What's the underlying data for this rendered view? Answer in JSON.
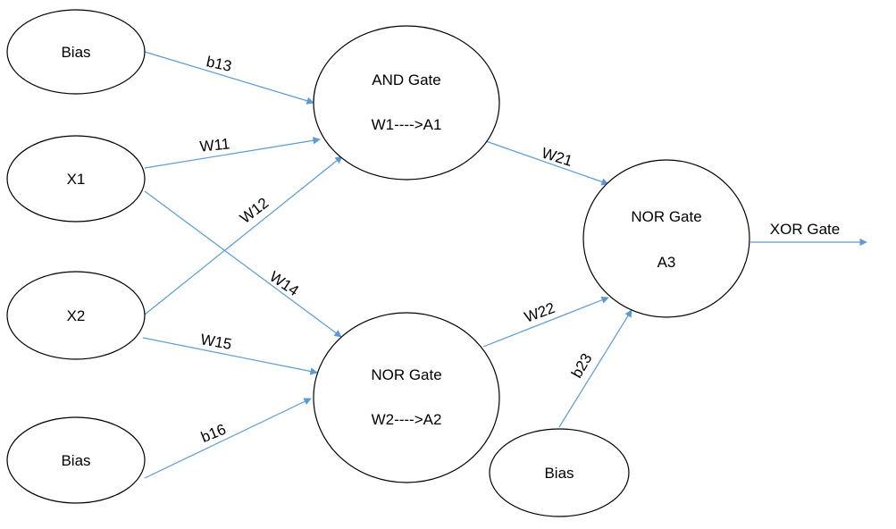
{
  "diagram": {
    "nodes": {
      "bias_top": "Bias",
      "x1": "X1",
      "x2": "X2",
      "bias_bottom": "Bias",
      "and_gate": {
        "line1": "AND Gate",
        "line2": "W1---->A1"
      },
      "nor_gate": {
        "line1": "NOR Gate",
        "line2": "W2---->A2"
      },
      "nor_output": {
        "line1": "NOR Gate",
        "line2": "A3"
      },
      "bias_out": "Bias"
    },
    "edges": {
      "b13": "b13",
      "w11": "W11",
      "w12": "W12",
      "w14": "W14",
      "w15": "W15",
      "b16": "b16",
      "w21": "W21",
      "w22": "W22",
      "b23": "b23",
      "output": "XOR Gate"
    },
    "colors": {
      "edge": "#5b9bd5",
      "node_stroke": "#000000",
      "background": "#ffffff"
    }
  }
}
